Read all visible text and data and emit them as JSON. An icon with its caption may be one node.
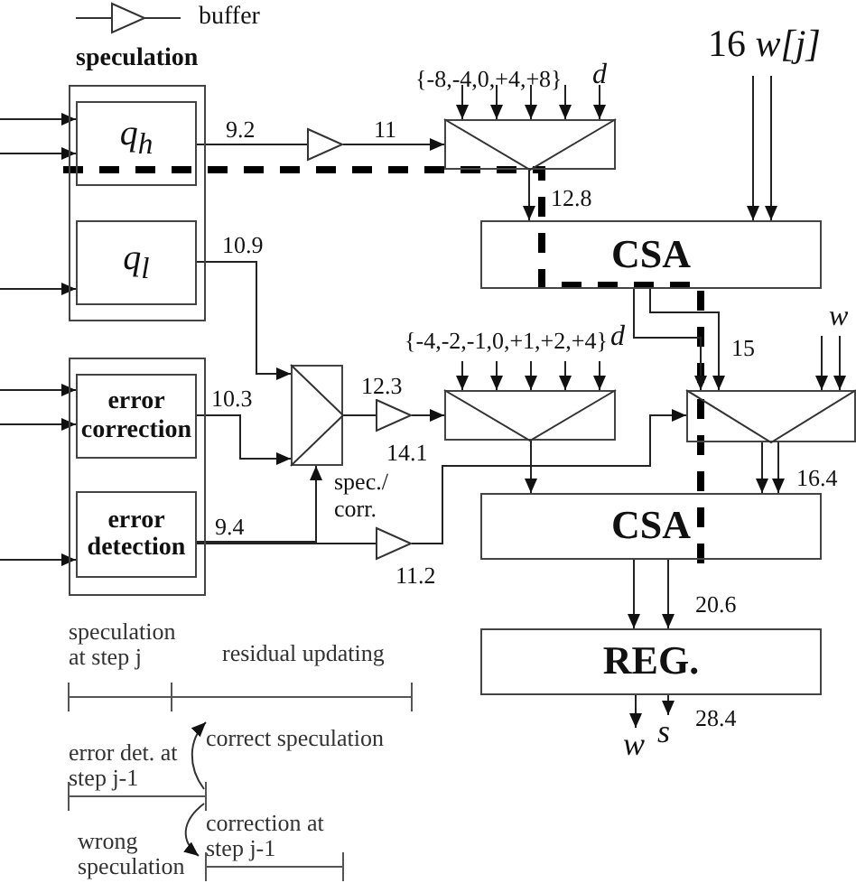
{
  "diagram": {
    "nodes": [
      {
        "text": [
          "speculation"
        ]
      },
      {
        "text": [
          "q$_{h}$"
        ],
        "in": 0
      },
      {
        "text": [
          "q$_{l}$"
        ],
        "in": 0
      },
      {
        "text": [],
        "shape": "box"
      },
      {
        "text": [
          "error correction"
        ],
        "in": 3
      },
      {
        "text": [
          "error detection"
        ],
        "in": 3
      },
      {
        "text": [],
        "shape": "triangle"
      },
      {
        "text": [],
        "shape": "box",
        "beside": [
          "{-8,-4,0,+4,+8}",
          "d"
        ]
      },
      {
        "text": [
          "CSA"
        ]
      },
      {
        "text": [],
        "shape": "box"
      },
      {
        "text": [],
        "shape": "triangle"
      },
      {
        "text": [],
        "shape": "box",
        "beside": [
          "{-4,-2,-1,0,+1,+2,+4}",
          "d"
        ]
      },
      {
        "text": [],
        "shape": "triangle"
      },
      {
        "text": [],
        "shape": "box"
      },
      {
        "text": [
          "CSA"
        ]
      },
      {
        "text": [
          "REG."
        ]
      },
      {
        "text": [
          "16 *w[j]*"
        ]
      },
      {
        "text": [
          "w"
        ]
      },
      {
        "text": [
          "s"
        ]
      },
      {
        "text": [
          "w"
        ]
      }
    ],
    "edges": [
      {
        "from": null,
        "to": 1,
        "arrow": "to"
      },
      {
        "from": null,
        "to": 1,
        "arrow": "to"
      },
      {
        "from": null,
        "to": 2,
        "arrow": "to"
      },
      {
        "from": null,
        "to": 4,
        "arrow": "to"
      },
      {
        "from": null,
        "to": 4,
        "arrow": "to"
      },
      {
        "from": null,
        "to": 5,
        "arrow": "to"
      },
      {
        "from": 1,
        "to": 6,
        "arrow": "none",
        "label": "9.2"
      },
      {
        "from": 6,
        "to": 7,
        "arrow": "to",
        "label": "11"
      },
      {
        "from": 7,
        "to": 8,
        "arrow": "to",
        "label": "12.8"
      },
      {
        "from": 16,
        "to": 8,
        "arrow": "to"
      },
      {
        "from": 16,
        "to": 8,
        "arrow": "to"
      },
      {
        "from": 2,
        "to": 9,
        "arrow": "to",
        "label": "10.9"
      },
      {
        "from": 4,
        "to": 9,
        "arrow": "to",
        "label": "10.3"
      },
      {
        "from": 5,
        "to": 9,
        "arrow": "to",
        "label": "spec./ corr."
      },
      {
        "from": 5,
        "to": 12,
        "arrow": "none",
        "label": "9.4"
      },
      {
        "from": 9,
        "to": 10,
        "arrow": "none",
        "label": "12.3"
      },
      {
        "from": 10,
        "to": 11,
        "arrow": "to",
        "label": "14.1"
      },
      {
        "from": 12,
        "to": 13,
        "arrow": "to",
        "label": "11.2"
      },
      {
        "from": 8,
        "to": 13,
        "arrow": "to",
        "label": "15"
      },
      {
        "from": 8,
        "to": 13,
        "arrow": "to"
      },
      {
        "from": null,
        "to": 7,
        "arrow": "to"
      },
      {
        "from": null,
        "to": 7,
        "arrow": "to"
      },
      {
        "from": null,
        "to": 7,
        "arrow": "to"
      },
      {
        "from": null,
        "to": 7,
        "arrow": "to"
      },
      {
        "from": null,
        "to": 7,
        "arrow": "to"
      },
      {
        "from": null,
        "to": 11,
        "arrow": "to"
      },
      {
        "from": null,
        "to": 11,
        "arrow": "to"
      },
      {
        "from": null,
        "to": 11,
        "arrow": "to"
      },
      {
        "from": null,
        "to": 11,
        "arrow": "to"
      },
      {
        "from": null,
        "to": 11,
        "arrow": "to"
      },
      {
        "from": 19,
        "to": 13,
        "arrow": "to"
      },
      {
        "from": 19,
        "to": 13,
        "arrow": "to"
      },
      {
        "from": 11,
        "to": 14,
        "arrow": "to"
      },
      {
        "from": 13,
        "to": 14,
        "arrow": "to"
      },
      {
        "from": 13,
        "to": 14,
        "arrow": "to",
        "label": "16.4"
      },
      {
        "from": 14,
        "to": 15,
        "arrow": "to"
      },
      {
        "from": 14,
        "to": 15,
        "arrow": "to",
        "label": "20.6"
      },
      {
        "from": 15,
        "to": 17,
        "arrow": "to"
      },
      {
        "from": 15,
        "to": 18,
        "arrow": "to",
        "label": "28.4"
      }
    ],
    "labels": [
      "speculation at step j",
      "residual updating",
      "correct speculation",
      "error det. at step j-1",
      "correction at step j-1",
      "wrong speculation"
    ],
    "legend": [
      {
        "text": "buffer"
      }
    ]
  }
}
